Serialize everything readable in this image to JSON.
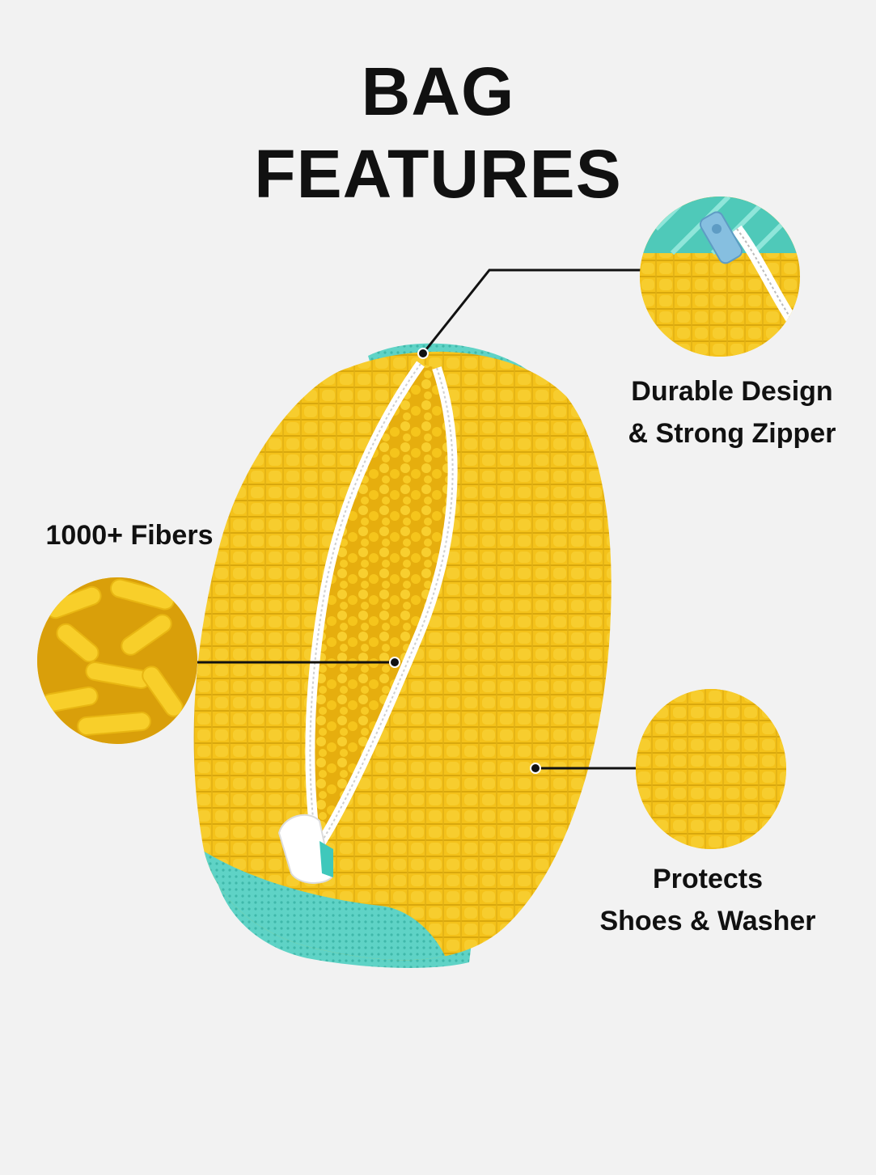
{
  "title": {
    "line1": "BAG",
    "line2": "FEATURES"
  },
  "features": {
    "zipper": {
      "line1": "Durable Design",
      "line2": "& Strong Zipper",
      "icon": "zipper-closeup-icon"
    },
    "fibers": {
      "line1": "1000+ Fibers",
      "icon": "chenille-fiber-icon"
    },
    "protects": {
      "line1": "Protects",
      "line2": "Shoes & Washer",
      "icon": "fabric-texture-icon"
    }
  },
  "colors": {
    "background": "#f2f2f2",
    "bag_yellow": "#f5c51c",
    "bag_teal": "#5fd3c6",
    "text": "#111111"
  }
}
